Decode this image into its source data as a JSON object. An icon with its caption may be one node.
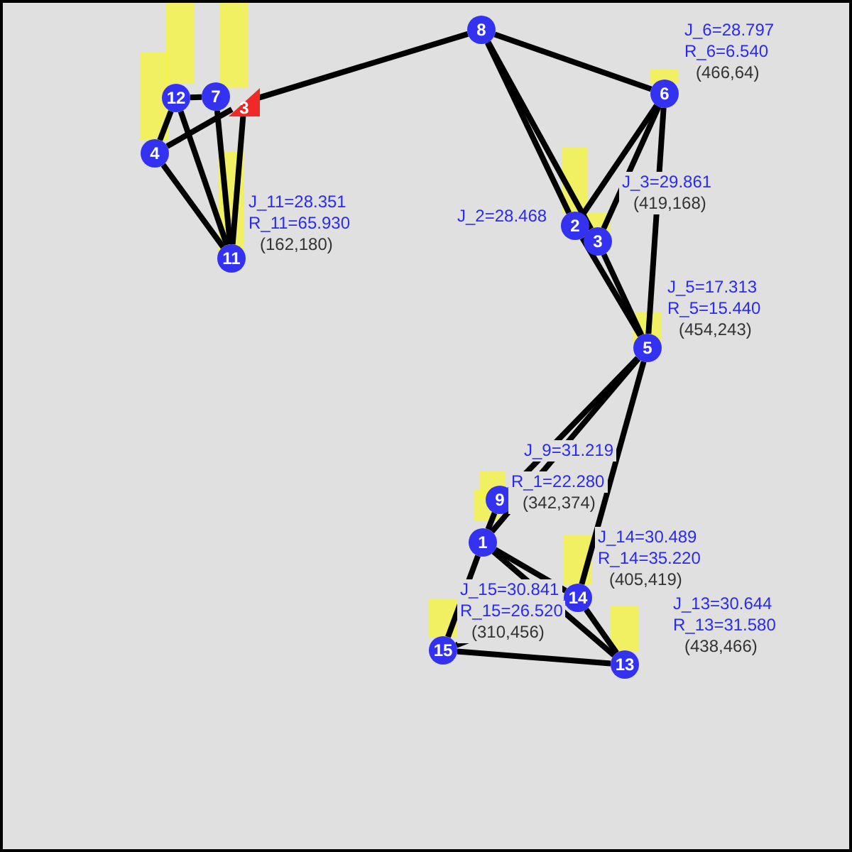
{
  "diagram": {
    "nodes": [
      {
        "text": [
          "12"
        ]
      },
      {
        "text": [
          "7"
        ]
      },
      {
        "text": [
          "3"
        ]
      },
      {
        "text": [
          "4"
        ]
      },
      {
        "text": [
          "11"
        ],
        "beside": [
          "J_11=28.351",
          "R_11=65.930",
          "(162,180)"
        ]
      },
      {
        "text": [
          "8"
        ]
      },
      {
        "text": [
          "6"
        ],
        "beside": [
          "J_6=28.797",
          "R_6=6.540",
          "(466,64)"
        ]
      },
      {
        "text": [
          "2"
        ],
        "beside": [
          "J_2=28.468"
        ]
      },
      {
        "text": [
          "3"
        ],
        "beside": [
          "J_3=29.861",
          "(419,168)"
        ]
      },
      {
        "text": [
          "5"
        ],
        "beside": [
          "J_5=17.313",
          "R_5=15.440",
          "(454,243)"
        ]
      },
      {
        "text": [
          "9"
        ],
        "beside": [
          "J_9=31.219"
        ]
      },
      {
        "text": [
          "1"
        ],
        "beside": [
          "R_1=22.280",
          "(342,374)"
        ]
      },
      {
        "text": [
          "14"
        ],
        "beside": [
          "J_14=30.489",
          "R_14=35.220",
          "(405,419)"
        ]
      },
      {
        "text": [
          "15"
        ],
        "beside": [
          "J_15=30.841",
          "R_15=26.520",
          "(310,456)"
        ]
      },
      {
        "text": [
          "13"
        ],
        "beside": [
          "J_13=30.644",
          "R_13=31.580",
          "(438,466)"
        ]
      }
    ],
    "edges": [
      {
        "from": 0,
        "to": 1,
        "arrow": "none"
      },
      {
        "from": 0,
        "to": 3,
        "arrow": "none"
      },
      {
        "from": 3,
        "to": 2,
        "arrow": "none"
      },
      {
        "from": 3,
        "to": 4,
        "arrow": "none"
      },
      {
        "from": 0,
        "to": 4,
        "arrow": "none"
      },
      {
        "from": 1,
        "to": 4,
        "arrow": "none"
      },
      {
        "from": 2,
        "to": 4,
        "arrow": "none"
      },
      {
        "from": 5,
        "to": 2,
        "arrow": "none"
      },
      {
        "from": 5,
        "to": 6,
        "arrow": "none"
      },
      {
        "from": 5,
        "to": 7,
        "arrow": "none"
      },
      {
        "from": 5,
        "to": 8,
        "arrow": "none"
      },
      {
        "from": 6,
        "to": 7,
        "arrow": "none"
      },
      {
        "from": 6,
        "to": 8,
        "arrow": "none"
      },
      {
        "from": 6,
        "to": 9,
        "arrow": "none"
      },
      {
        "from": 7,
        "to": 9,
        "arrow": "none"
      },
      {
        "from": 8,
        "to": 9,
        "arrow": "none"
      },
      {
        "from": 9,
        "to": 10,
        "arrow": "none"
      },
      {
        "from": 9,
        "to": 11,
        "arrow": "none"
      },
      {
        "from": 9,
        "to": 12,
        "arrow": "none"
      },
      {
        "from": 10,
        "to": 11,
        "arrow": "none"
      },
      {
        "from": 11,
        "to": 12,
        "arrow": "none"
      },
      {
        "from": 11,
        "to": 14,
        "arrow": "none"
      },
      {
        "from": 11,
        "to": 13,
        "arrow": "none"
      },
      {
        "from": 13,
        "to": 12,
        "arrow": "none"
      },
      {
        "from": 13,
        "to": 14,
        "arrow": "none"
      },
      {
        "from": 12,
        "to": 14,
        "arrow": "none"
      }
    ]
  }
}
